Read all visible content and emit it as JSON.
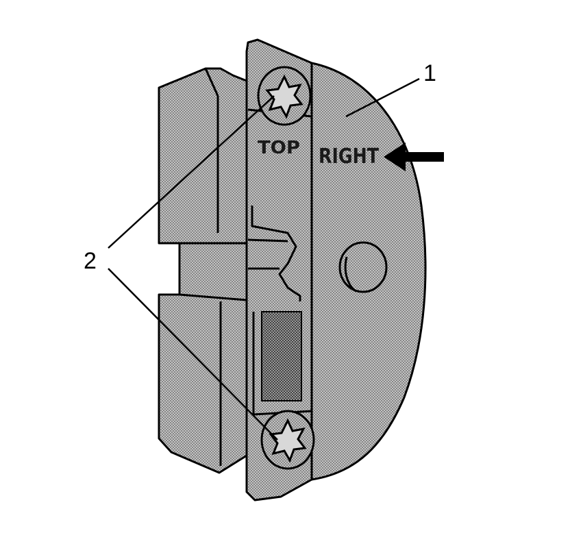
{
  "callouts": {
    "part_1": "1",
    "part_2": "2"
  },
  "markings": {
    "top": "TOP",
    "right": "RIGHT"
  },
  "colors": {
    "line": "#000000",
    "screen": "#bdbdbd",
    "dot": "#555555",
    "background": "#ffffff"
  }
}
